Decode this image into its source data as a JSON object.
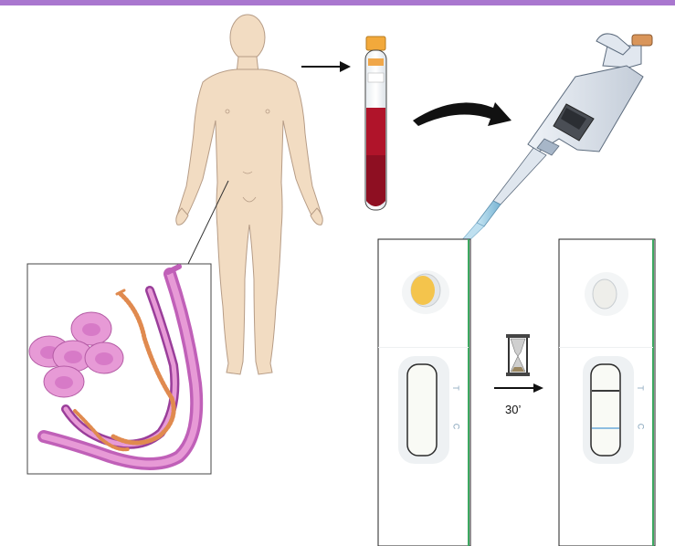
{
  "colors": {
    "top_bar": "#a977cf",
    "skin": "#f2dcc2",
    "blood": "#b0142a",
    "plasma_band": "#f0a74a",
    "parasite_purple": "#c060b8",
    "parasite_orange": "#e08a4f",
    "cell_pink": "#e79ad6",
    "sample_drop": "#f4c44c",
    "strip_border": "#3da861",
    "control_line": "#8dbde0",
    "test_line": "#3a3a3a"
  },
  "icons": {
    "timer": "hourglass-icon",
    "arrow": "arrow-right-icon"
  },
  "timer": {
    "label": "30’"
  },
  "strips": {
    "test_letter": "T",
    "control_letter": "C"
  }
}
